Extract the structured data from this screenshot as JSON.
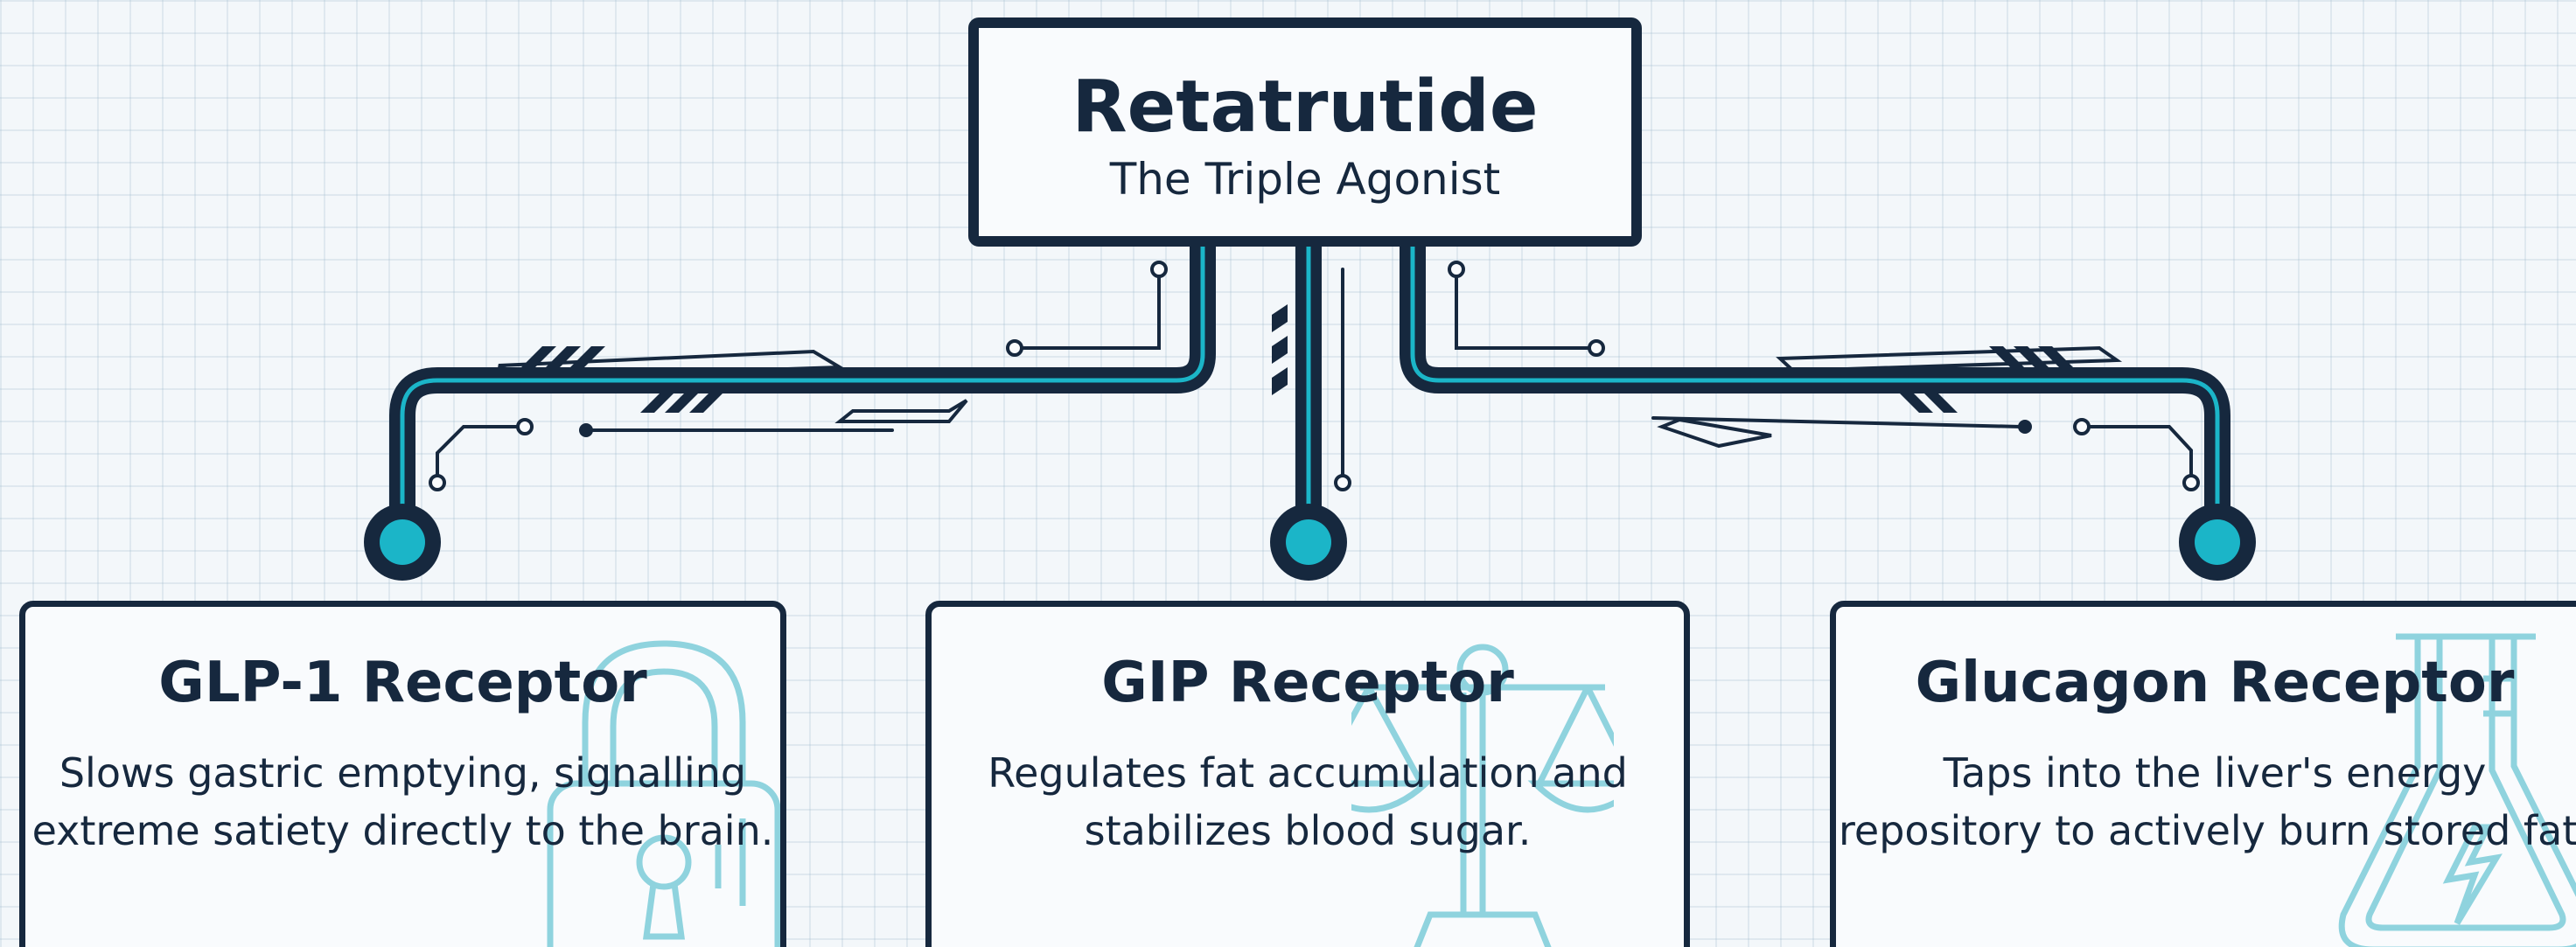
{
  "colors": {
    "ink": "#16283e",
    "accent": "#1bb5c8",
    "icon": "#8fd3de",
    "background": "#f3f7fa"
  },
  "top": {
    "title": "Retatrutide",
    "subtitle": "The Triple Agonist"
  },
  "receptors": [
    {
      "title": "GLP-1 Receptor",
      "description": "Slows gastric emptying, signalling extreme satiety directly to the brain.",
      "icon": "padlock-icon"
    },
    {
      "title": "GIP Receptor",
      "description": "Regulates fat accumulation and stabilizes blood sugar.",
      "icon": "balance-scale-icon"
    },
    {
      "title": "Glucagon Receptor",
      "description": "Taps into the liver's energy repository to actively burn stored fat.",
      "icon": "flask-icon"
    }
  ]
}
